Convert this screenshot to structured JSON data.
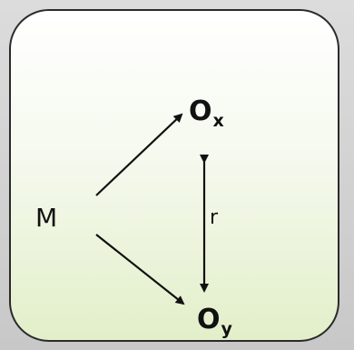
{
  "diagram": {
    "nodes": {
      "m": "M",
      "ox_main": "O",
      "ox_sub": "x",
      "oy_main": "O",
      "oy_sub": "y"
    },
    "edge_label": "r",
    "colors": {
      "border": "#2a2a2a",
      "gradient_top": "#ffffff",
      "gradient_bottom": "#e2efc9",
      "stroke": "#111111"
    }
  }
}
